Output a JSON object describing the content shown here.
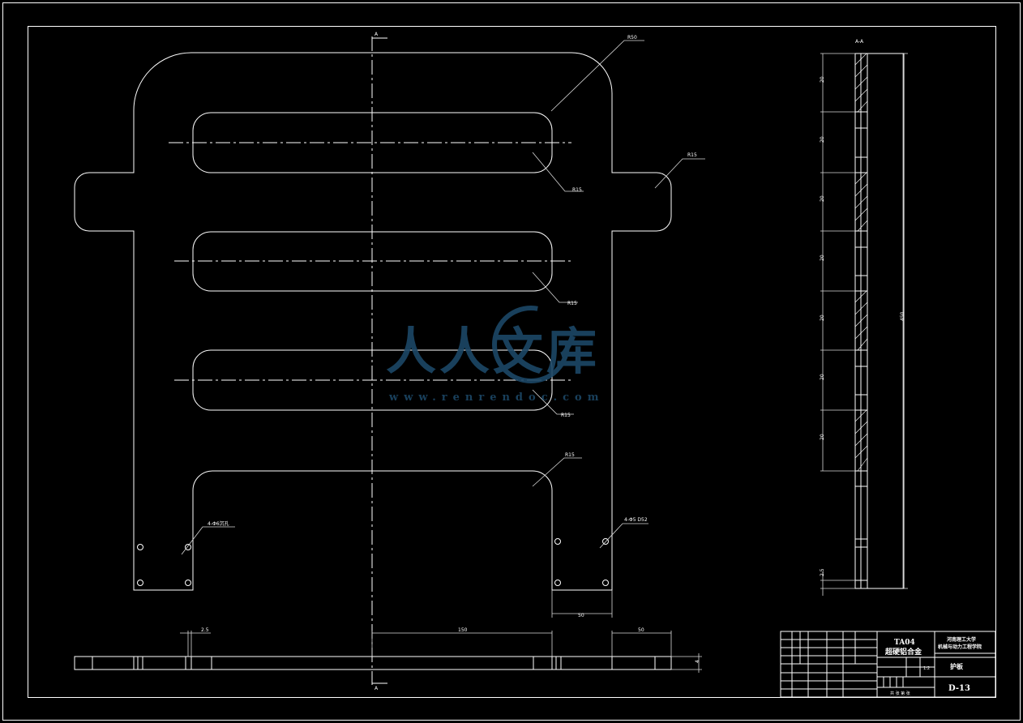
{
  "drawing": {
    "section_label": "A-A",
    "section_mark_top": "A",
    "section_mark_bottom": "A",
    "radius_labels": {
      "outer_corner": "R50",
      "right_tab": "R15",
      "slot_1": "R15",
      "slot_2": "R15",
      "slot_3": "R15",
      "lower_opening": "R15"
    },
    "hole_callouts": {
      "left": "4-Φ6沉孔",
      "right": "4-Φ5 D52"
    },
    "dimensions": {
      "bottom_width": "50",
      "bottom_half_span": "150",
      "bottom_right_width": "50",
      "top_offset": "2.5",
      "plate_thickness": "4",
      "section_segments": [
        "20",
        "20",
        "20",
        "20",
        "20",
        "20",
        "20"
      ],
      "section_total": "450",
      "section_bottom": "2.5"
    }
  },
  "title_block": {
    "material_code": "TA04",
    "material_name": "超硬铝合金",
    "school": "河南理工大学",
    "college": "机械与动力工程学院",
    "part_name": "护板",
    "drawing_no": "D-13",
    "scale": "1:2",
    "sheet_info": "共 张 第 张"
  },
  "watermark": {
    "text": "人人文库",
    "url": "www.renrendoc.com"
  },
  "colors": {
    "background": "#000000",
    "lines": "#ffffff",
    "watermark": "#1c4766"
  }
}
